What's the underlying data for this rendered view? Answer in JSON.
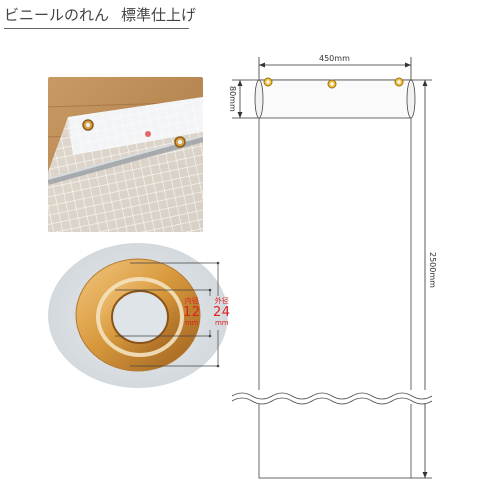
{
  "header": {
    "title_main": "ビニールのれん",
    "title_sub": "標準仕上げ"
  },
  "dimensions": {
    "width": "450mm",
    "top_band": "80mm",
    "length": "2500mm"
  },
  "grommet": {
    "inner_label": "内径",
    "inner_value": "12",
    "inner_unit": "mm",
    "outer_label": "外径",
    "outer_value": "24",
    "outer_unit": "mm"
  },
  "colors": {
    "accent_red": "#d22222",
    "grommet_gold": "#e0a030",
    "line": "#333333"
  }
}
